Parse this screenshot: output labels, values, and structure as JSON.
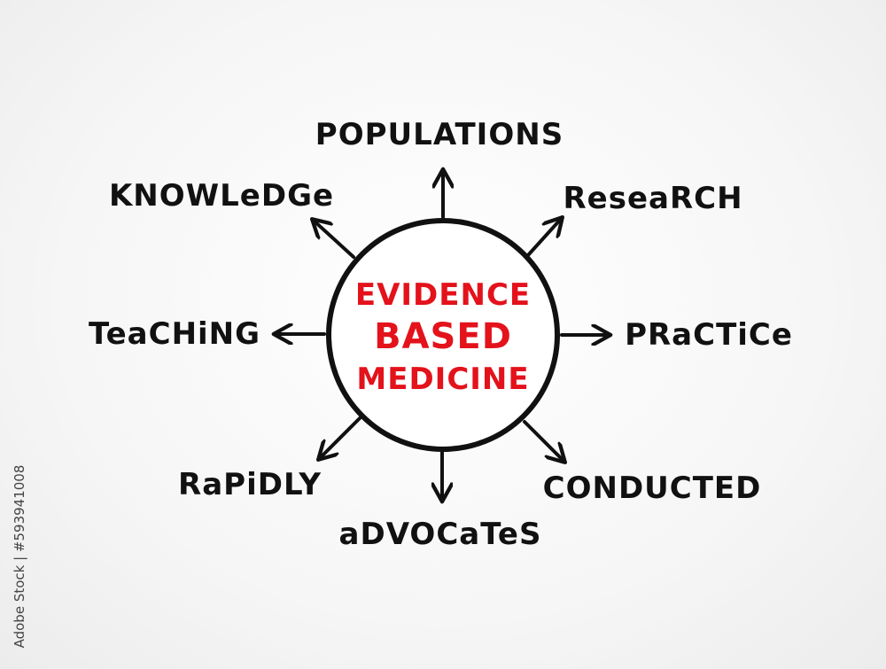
{
  "center": {
    "lines": [
      "EVIDENCE",
      "BASED",
      "MEDICINE"
    ]
  },
  "spokes": [
    {
      "key": "populations",
      "label": "POPULATIONS"
    },
    {
      "key": "research",
      "label": "ReseaRCH"
    },
    {
      "key": "practice",
      "label": "PRaCTiCe"
    },
    {
      "key": "conducted",
      "label": "CONDUCTED"
    },
    {
      "key": "advocates",
      "label": "aDVOCaTeS"
    },
    {
      "key": "rapidly",
      "label": "RaPiDLY"
    },
    {
      "key": "teaching",
      "label": "TeaCHiNG"
    },
    {
      "key": "knowledge",
      "label": "KNOWLeDGe"
    }
  ],
  "stock_id": "Adobe Stock | #593941008",
  "colors": {
    "ink": "#111111",
    "accent": "#e3121b"
  }
}
